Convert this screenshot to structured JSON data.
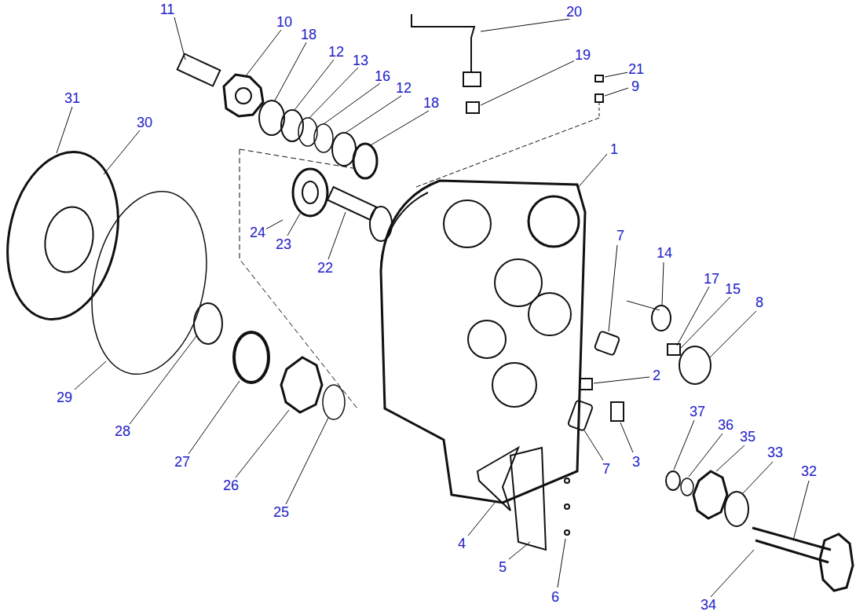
{
  "diagram": {
    "labels": [
      "11",
      "10",
      "18",
      "12",
      "13",
      "16",
      "12",
      "18",
      "20",
      "19",
      "21",
      "9",
      "31",
      "30",
      "1",
      "7",
      "14",
      "17",
      "15",
      "8",
      "24",
      "23",
      "22",
      "2",
      "29",
      "3",
      "7",
      "37",
      "36",
      "35",
      "33",
      "32",
      "28",
      "27",
      "26",
      "25",
      "4",
      "5",
      "6",
      "34"
    ]
  }
}
